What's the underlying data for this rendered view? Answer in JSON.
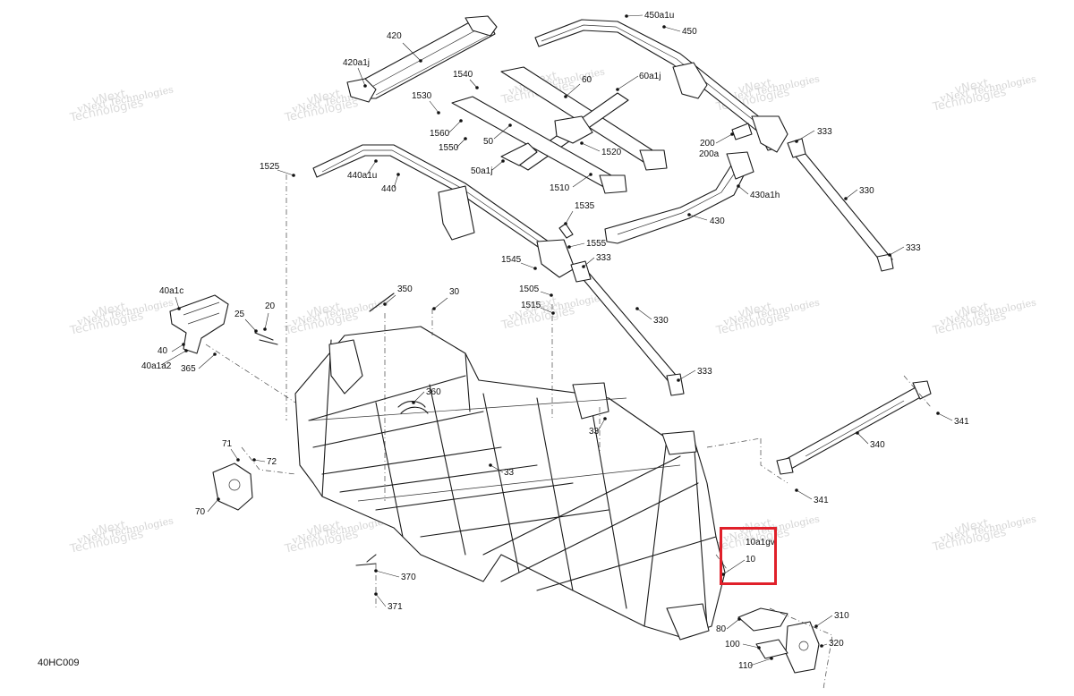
{
  "diagram": {
    "code": "40HC009",
    "highlight_color": "#e0202a",
    "callouts": [
      {
        "id": "c420",
        "text": "420"
      },
      {
        "id": "c420a1j",
        "text": "420a1j"
      },
      {
        "id": "c450a1u",
        "text": "450a1u"
      },
      {
        "id": "c450",
        "text": "450"
      },
      {
        "id": "c1540",
        "text": "1540"
      },
      {
        "id": "c60",
        "text": "60"
      },
      {
        "id": "c60a1j",
        "text": "60a1j"
      },
      {
        "id": "c1530",
        "text": "1530"
      },
      {
        "id": "c1560",
        "text": "1560"
      },
      {
        "id": "c50",
        "text": "50"
      },
      {
        "id": "c1550",
        "text": "1550"
      },
      {
        "id": "c1520",
        "text": "1520"
      },
      {
        "id": "c50a1j",
        "text": "50a1j"
      },
      {
        "id": "c1510",
        "text": "1510"
      },
      {
        "id": "c333a",
        "text": "333"
      },
      {
        "id": "c200",
        "text": "200"
      },
      {
        "id": "c200a",
        "text": "200a"
      },
      {
        "id": "c1525",
        "text": "1525"
      },
      {
        "id": "c440a1u",
        "text": "440a1u"
      },
      {
        "id": "c440",
        "text": "440"
      },
      {
        "id": "c430a1h",
        "text": "430a1h"
      },
      {
        "id": "c330a",
        "text": "330"
      },
      {
        "id": "c1535",
        "text": "1535"
      },
      {
        "id": "c430",
        "text": "430"
      },
      {
        "id": "c1555",
        "text": "1555"
      },
      {
        "id": "c333b",
        "text": "333"
      },
      {
        "id": "c1545",
        "text": "1545"
      },
      {
        "id": "c333c",
        "text": "333"
      },
      {
        "id": "c40a1c",
        "text": "40a1c"
      },
      {
        "id": "c350",
        "text": "350"
      },
      {
        "id": "c30",
        "text": "30"
      },
      {
        "id": "c1505",
        "text": "1505"
      },
      {
        "id": "c1515",
        "text": "1515"
      },
      {
        "id": "c25",
        "text": "25"
      },
      {
        "id": "c20",
        "text": "20"
      },
      {
        "id": "c330b",
        "text": "330"
      },
      {
        "id": "c40",
        "text": "40"
      },
      {
        "id": "c40a1a2",
        "text": "40a1a2"
      },
      {
        "id": "c365",
        "text": "365"
      },
      {
        "id": "c333d",
        "text": "333"
      },
      {
        "id": "c360",
        "text": "360"
      },
      {
        "id": "c341a",
        "text": "341"
      },
      {
        "id": "c33a",
        "text": "33"
      },
      {
        "id": "c71",
        "text": "71"
      },
      {
        "id": "c72",
        "text": "72"
      },
      {
        "id": "c340",
        "text": "340"
      },
      {
        "id": "c33b",
        "text": "33"
      },
      {
        "id": "c341b",
        "text": "341"
      },
      {
        "id": "c70",
        "text": "70"
      },
      {
        "id": "c10a1gv",
        "text": "10a1gv"
      },
      {
        "id": "c10",
        "text": "10"
      },
      {
        "id": "c370",
        "text": "370"
      },
      {
        "id": "c371",
        "text": "371"
      },
      {
        "id": "c310",
        "text": "310"
      },
      {
        "id": "c80",
        "text": "80"
      },
      {
        "id": "c320",
        "text": "320"
      },
      {
        "id": "c100",
        "text": "100"
      },
      {
        "id": "c110",
        "text": "110"
      }
    ],
    "watermark": {
      "line1": "vNext",
      "line2": "Technologies",
      "small": "vNext Technologies"
    }
  }
}
